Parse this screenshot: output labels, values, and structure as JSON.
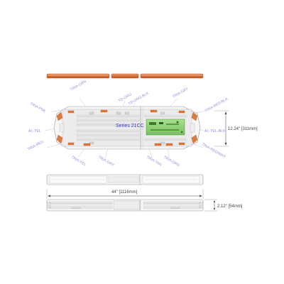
{
  "diagram": {
    "series_label": "Series 21CC",
    "wire_labels": {
      "tria_pnk": "TRIA-PNK",
      "tria_grn": "TRIA-GRN",
      "td_org": "TD-ORG",
      "td_org_blk": "TD-ORG-BLK",
      "tria_gry_top": "TRIA-GRY",
      "tria_red_blk": "TRIA-RED-BLK",
      "al_yel": "AL-YEL",
      "al_yel_blk": "AL-YEL-BLK",
      "tria_red": "TRIA-RED",
      "tria_yel": "TRIA-YEL",
      "tria_gry_bottom": "TRIA-GRY",
      "tria_tan": "TRIA-TAN",
      "tria_org": "TRIA-ORG",
      "tria_red_wht": "TRIA-RED/WHT"
    },
    "dimensions": {
      "depth": "12.24\" [311mm]",
      "length": "44\" [1116mm]",
      "height": "2.12\" [54mm]"
    },
    "colors": {
      "amber_lens": "#e07a3a",
      "amber_dark": "#b8542a",
      "label_blue": "#8f8fd6",
      "series_blue": "#3b3bb0",
      "pcb_green": "#8fd17a"
    }
  }
}
